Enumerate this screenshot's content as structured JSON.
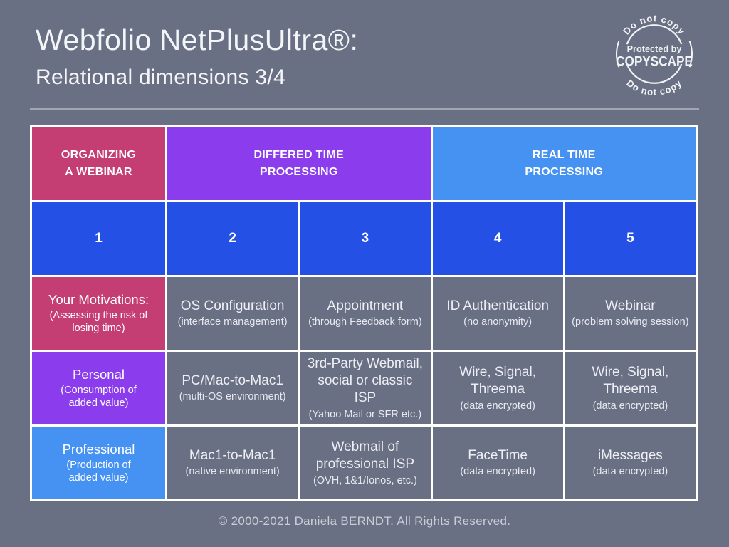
{
  "slide": {
    "title": "Webfolio NetPlusUltra®:",
    "subtitle": "Relational dimensions 3/4",
    "footer": "© 2000-2021 Daniela BERNDT. All Rights Reserved."
  },
  "badge": {
    "top_arc": "Do not copy",
    "bottom_arc": "Do not copy",
    "middle_line1": "Protected by",
    "middle_line2": "COPYSCAPE"
  },
  "colors": {
    "background": "#6a7083",
    "pink": "#c43d73",
    "purple": "#8b3ded",
    "blue": "#2450e6",
    "light_blue": "#4692f2",
    "grid_line": "#ffffff"
  },
  "table": {
    "header_groups": [
      "ORGANIZING\nA WEBINAR",
      "DIFFERED TIME\nPROCESSING",
      "REAL TIME\nPROCESSING"
    ],
    "column_numbers": [
      "1",
      "2",
      "3",
      "4",
      "5"
    ],
    "rows": [
      {
        "label": {
          "title": "Your Motivations:",
          "sub": "(Assessing the risk of\nlosing time)"
        },
        "cells": [
          {
            "title": "OS Configuration",
            "sub": "(interface management)"
          },
          {
            "title": "Appointment",
            "sub": "(through Feedback form)"
          },
          {
            "title": "ID Authentication",
            "sub": "(no anonymity)"
          },
          {
            "title": "Webinar",
            "sub": "(problem solving session)"
          }
        ]
      },
      {
        "label": {
          "title": "Personal",
          "sub": "(Consumption of\nadded value)"
        },
        "cells": [
          {
            "title": "PC/Mac-to-Mac1",
            "sub": "(multi-OS environment)"
          },
          {
            "title": "3rd-Party Webmail,\nsocial or classic ISP",
            "sub": "(Yahoo Mail or SFR etc.)"
          },
          {
            "title": "Wire, Signal,\nThreema",
            "sub": "(data encrypted)"
          },
          {
            "title": "Wire, Signal,\nThreema",
            "sub": "(data encrypted)"
          }
        ]
      },
      {
        "label": {
          "title": "Professional",
          "sub": "(Production of\nadded value)"
        },
        "cells": [
          {
            "title": "Mac1-to-Mac1",
            "sub": "(native environment)"
          },
          {
            "title": "Webmail of\nprofessional ISP",
            "sub": "(OVH, 1&1/Ionos, etc.)"
          },
          {
            "title": "FaceTime",
            "sub": "(data encrypted)"
          },
          {
            "title": "iMessages",
            "sub": "(data encrypted)"
          }
        ]
      }
    ]
  }
}
